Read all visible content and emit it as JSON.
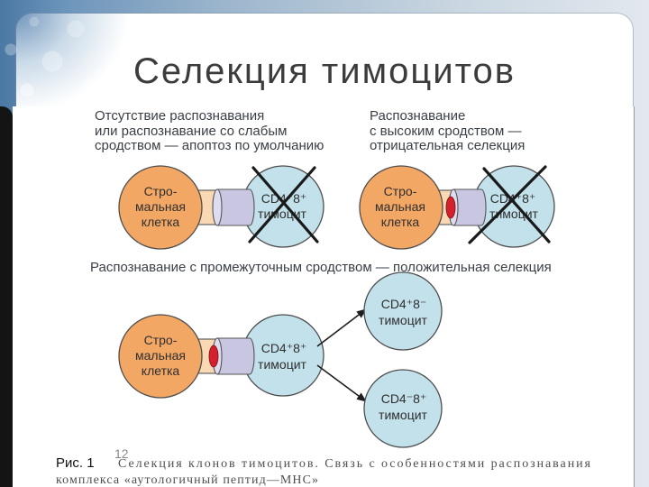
{
  "slide": {
    "title": "Селекция тимоцитов",
    "page_number": "12"
  },
  "diagram": {
    "weak_recognition": {
      "caption": [
        "Отсутствие распознавания",
        "или распознавание со слабым",
        "сродством — апоптоз по умолчанию"
      ],
      "stromal_cell_label": [
        "Стро-",
        "мальная",
        "клетка"
      ],
      "thymocyte_label": [
        "CD4⁺8⁺",
        "тимоцит"
      ]
    },
    "high_affinity_recognition": {
      "caption": [
        "Распознавание",
        "с высоким сродством —",
        "отрицательная селекция"
      ],
      "stromal_cell_label": [
        "Стро-",
        "мальная",
        "клетка"
      ],
      "thymocyte_label": [
        "CD4⁺8⁺",
        "тимоцит"
      ]
    },
    "intermediate_affinity_recognition": {
      "caption": "Распознавание с промежуточным сродством — положительная селекция",
      "stromal_cell_label": [
        "Стро-",
        "мальная",
        "клетка"
      ],
      "thymocyte_label": [
        "CD4⁺8⁺",
        "тимоцит"
      ],
      "outcomes": [
        {
          "thymocyte_label": [
            "CD4⁺8⁻",
            "тимоцит"
          ]
        },
        {
          "thymocyte_label": [
            "CD4⁻8⁺",
            "тимоцит"
          ]
        }
      ]
    }
  },
  "figure_caption": {
    "label": "Рис. 1",
    "lines": [
      "Селекция клонов тимоцитов. Связь с особенностями распознавания",
      "комплекса «аутологичный пептид—МНС»"
    ]
  },
  "icons": {
    "rejection_mark": "cross-mark-icon",
    "transition": "arrow-icon"
  },
  "colors": {
    "stromal_cell": "#f3a765",
    "thymocyte": "#c2e1eb",
    "mhc": "#f9d8b4",
    "tcr": "#c9c6e1",
    "tcr_end": "#dedcf0",
    "peptide": "#d4202c",
    "cross_mark": "#1a1a1a",
    "arrow": "#1e1e1e"
  }
}
